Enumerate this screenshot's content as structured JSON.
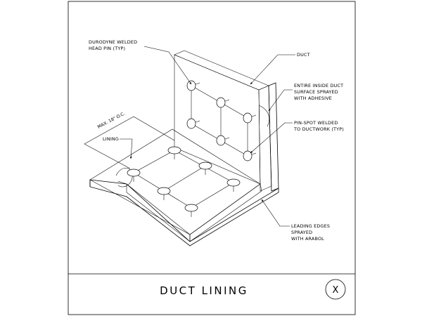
{
  "drawing": {
    "title": "DUCT LINING",
    "detail_symbol": "X"
  },
  "callouts": {
    "durodyne_line1": "DURODYNE WELDED",
    "durodyne_line2": "HEAD PIN (TYP)",
    "duct": "DUCT",
    "adhesive_line1": "ENTIRE INSIDE DUCT",
    "adhesive_line2": "SURFACE SPRAYED",
    "adhesive_line3": "WITH ADHESIVE",
    "pinspot_line1": "PIN-SPOT WELDED",
    "pinspot_line2": "TO DUCTWORK (TYP)",
    "lining": "LINING",
    "dimension": "MAX. 18\" O.C.",
    "arabol_line1": "LEADING EDGES",
    "arabol_line2": "SPRAYED",
    "arabol_line3": "WITH ARABOL"
  },
  "colors": {
    "line": "#000000",
    "background": "#ffffff"
  }
}
